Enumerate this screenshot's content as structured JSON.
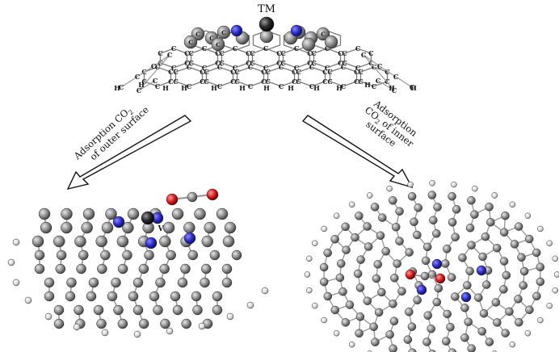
{
  "top_molecule": {
    "tm_label": "TM",
    "carbon_letter": "C",
    "hydrogen_letter": "H"
  },
  "arrows": {
    "left_line1": "Adsorption CO",
    "left_line1_sub": "2",
    "left_line2": "of outer surface",
    "right_line1": "Adsorption",
    "right_line2": "CO",
    "right_line2_sub": "2",
    "right_line2_rest": " of inner",
    "right_line3": "surface"
  },
  "bottom_left": {
    "metal_label": "V"
  },
  "colors": {
    "carbon": "#8c8c8c",
    "carbon_dark": "#4a4a4a",
    "hydrogen": "#e6e6e6",
    "nitrogen": "#2a2ac8",
    "oxygen": "#d81818",
    "metal": "#1a1a1a",
    "bond": "#9a9a9a"
  }
}
